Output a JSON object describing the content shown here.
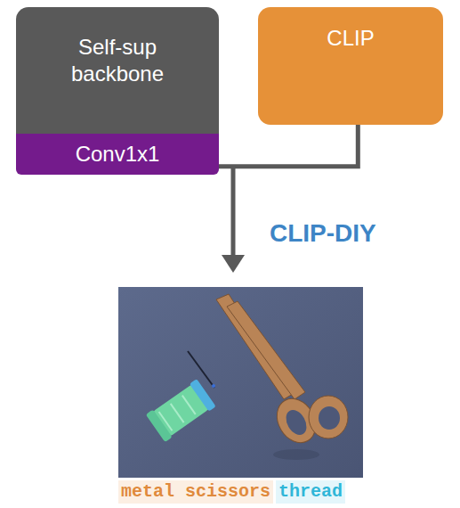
{
  "diagram": {
    "nodes": [
      {
        "text": [
          "Self-sup backbone"
        ]
      },
      {
        "text": [
          "Conv1x1"
        ]
      },
      {
        "text": [
          "CLIP"
        ]
      }
    ],
    "edges": [
      {
        "from": 1,
        "to": 2,
        "arrow": "none"
      }
    ],
    "labels": [
      "CLIP-DIY",
      "metal scissors",
      "thread"
    ]
  }
}
